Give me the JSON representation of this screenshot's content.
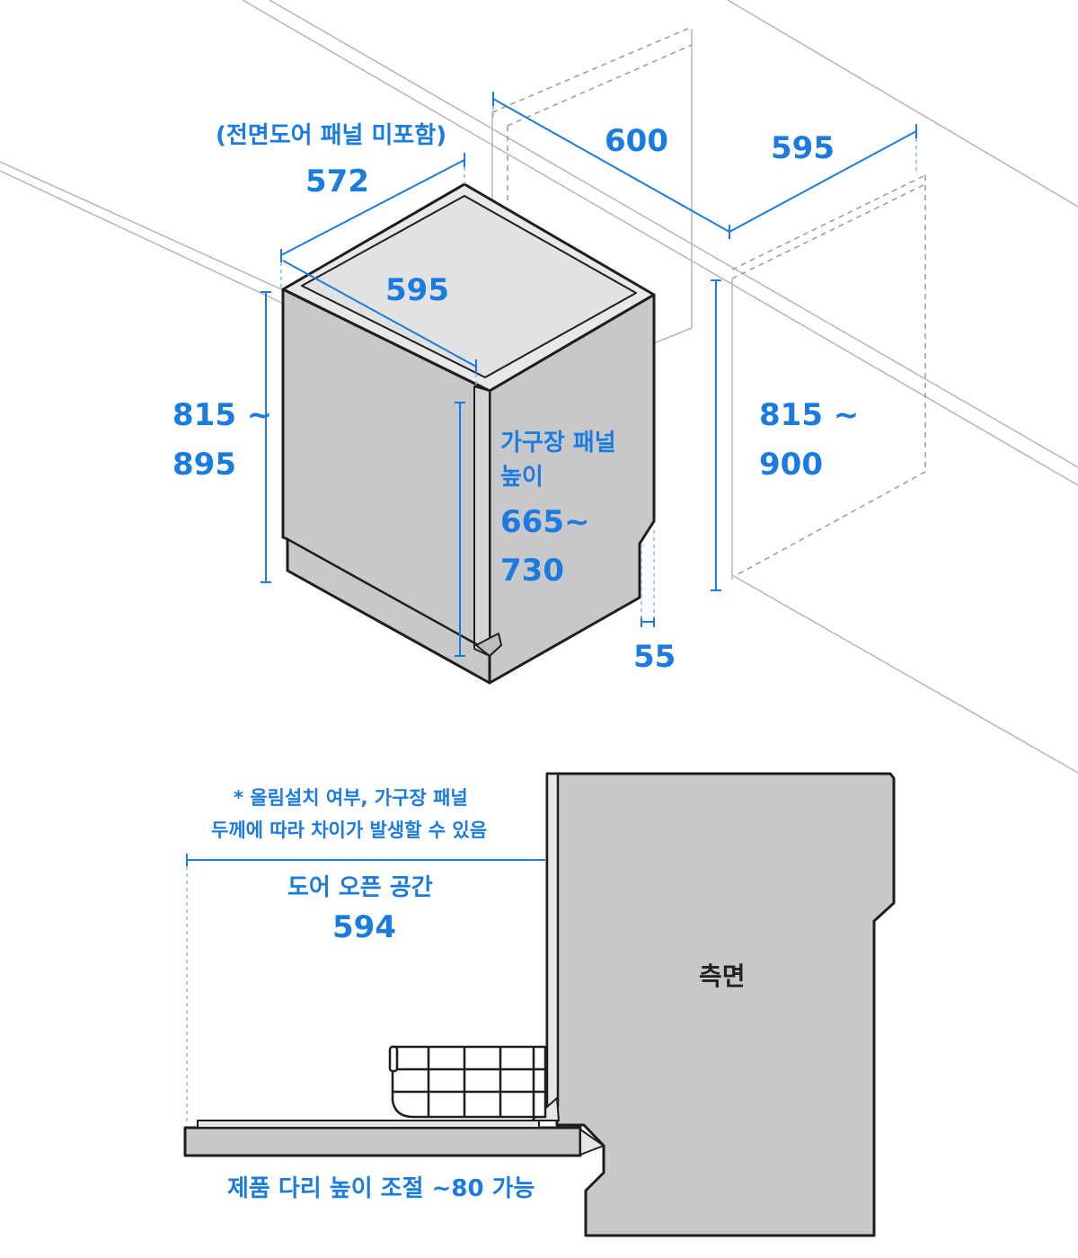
{
  "top_diagram": {
    "front_note": "(전면도어 패널 미포함)",
    "depth_body": "572",
    "width_body": "595",
    "niche_depth": "600",
    "niche_width": "595",
    "height_left_line1": "815 ~",
    "height_left_line2": "895",
    "panel_label_line1": "가구장 패널",
    "panel_label_line2": "높이",
    "panel_range_line1": "665~",
    "panel_range_line2": "730",
    "plinth": "55",
    "niche_height_line1": "815 ~",
    "niche_height_line2": "900"
  },
  "bottom_diagram": {
    "note_line1": "* 올림설치 여부, 가구장 패널",
    "note_line2": "두께에 따라 차이가 발생할 수 있음",
    "door_space_label": "도어 오픈 공간",
    "door_space_value": "594",
    "side_label": "측면",
    "leg_note": "제품 다리 높이 조절 ~80 가능"
  },
  "colors": {
    "accent": "#1a7be0",
    "body_fill": "#c8c8ca",
    "outline": "#1e1e1e",
    "guide": "#b5b5b5"
  }
}
